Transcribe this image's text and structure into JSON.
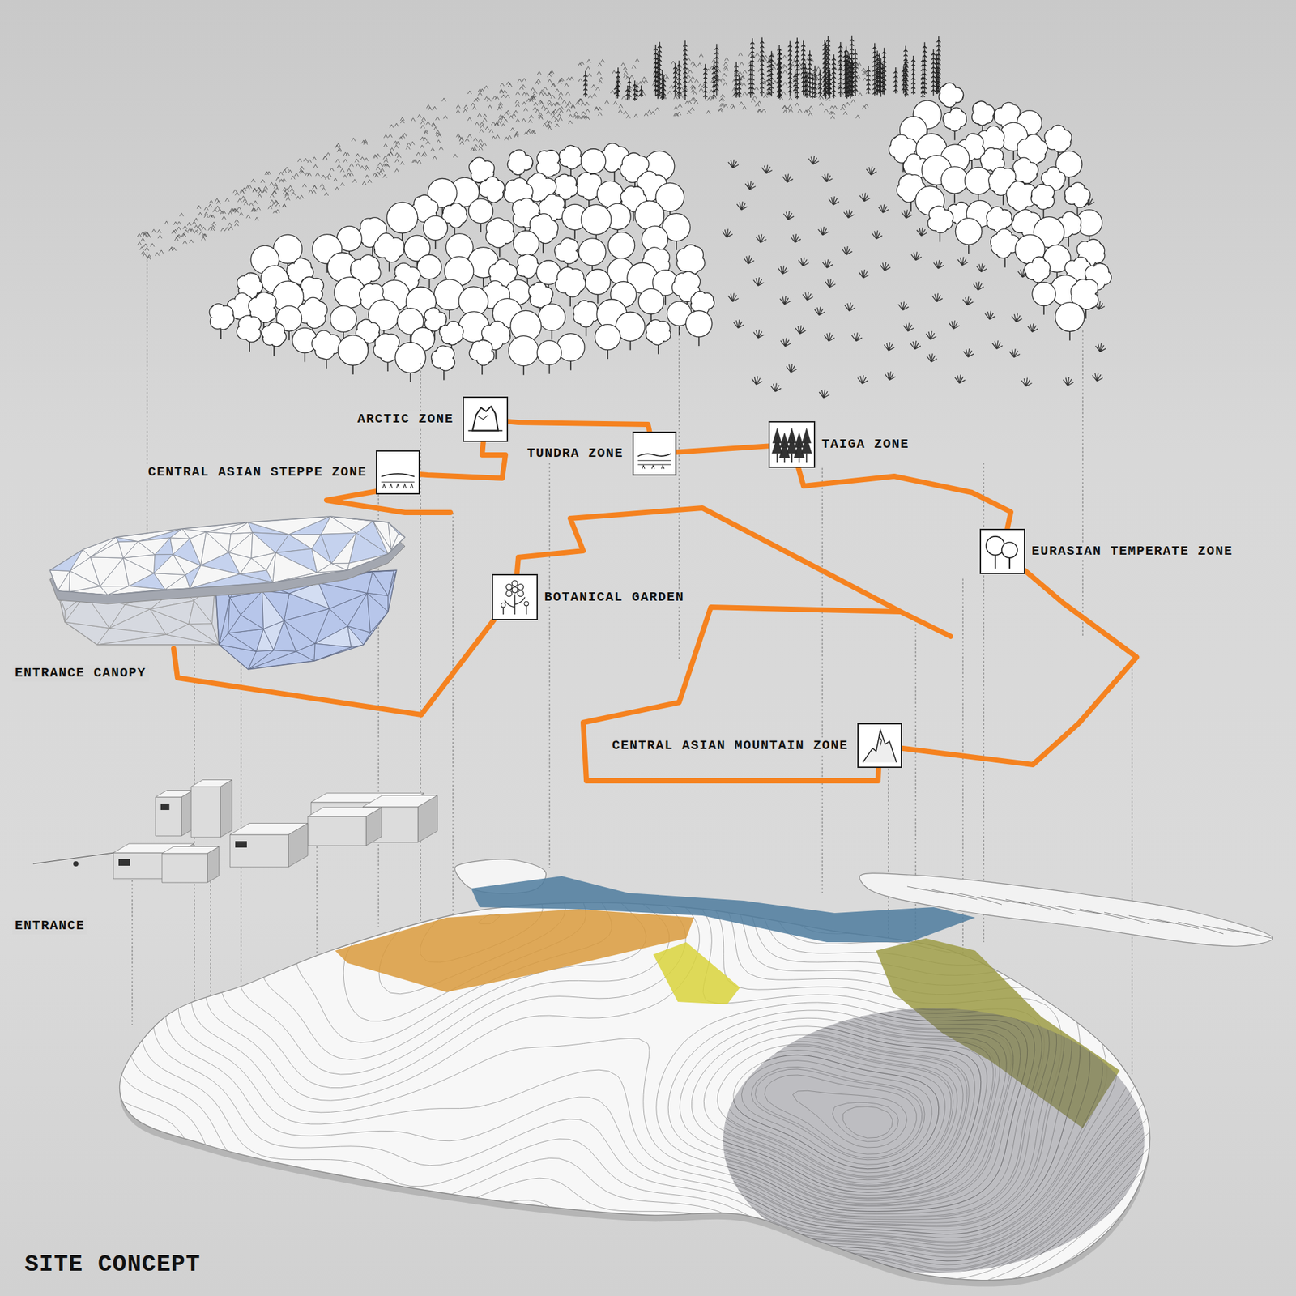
{
  "diagram": {
    "title": "SITE CONCEPT",
    "nodes": [
      {
        "text": [
          "ARCTIC ZONE"
        ]
      },
      {
        "text": [
          "TUNDRA ZONE"
        ]
      },
      {
        "text": [
          "TAIGA ZONE"
        ]
      },
      {
        "text": [
          "CENTRAL ASIAN STEPPE ZONE"
        ]
      },
      {
        "text": [
          "EURASIAN TEMPERATE ZONE"
        ]
      },
      {
        "text": [
          "BOTANICAL GARDEN"
        ]
      },
      {
        "text": [
          "CENTRAL ASIAN MOUNTAIN ZONE"
        ]
      }
    ],
    "edges": [
      {
        "from": 5,
        "to": 6,
        "arrow": "none"
      },
      {
        "from": 6,
        "to": 4,
        "arrow": "none"
      },
      {
        "from": 4,
        "to": 2,
        "arrow": "none"
      },
      {
        "from": 2,
        "to": 1,
        "arrow": "none"
      },
      {
        "from": 1,
        "to": 0,
        "arrow": "none"
      },
      {
        "from": 0,
        "to": 3,
        "arrow": "none"
      }
    ],
    "labels": [
      "ENTRANCE CANOPY",
      "ENTRANCE"
    ]
  }
}
